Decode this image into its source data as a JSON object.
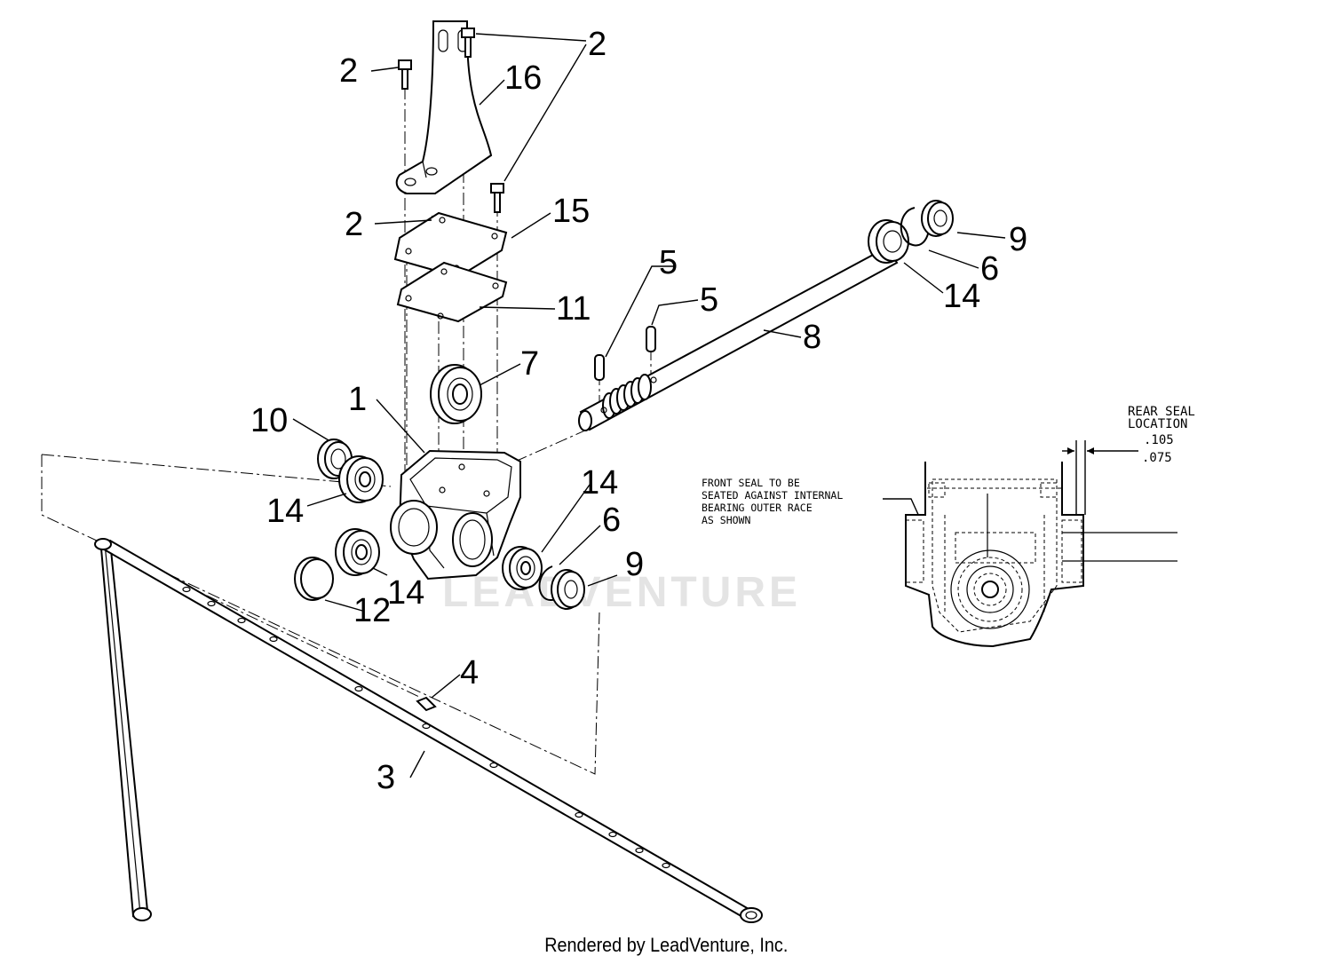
{
  "diagram": {
    "callouts": {
      "c1": "1",
      "c2a": "2",
      "c2b": "2",
      "c2c": "2",
      "c3": "3",
      "c4": "4",
      "c5a": "5",
      "c5b": "5",
      "c6a": "6",
      "c6b": "6",
      "c7": "7",
      "c8": "8",
      "c9a": "9",
      "c9b": "9",
      "c10": "10",
      "c11": "11",
      "c12": "12",
      "c14a": "14",
      "c14b": "14",
      "c14c": "14",
      "c14d": "14",
      "c15": "15",
      "c16": "16"
    },
    "detail": {
      "rear_seal_line1": "REAR SEAL",
      "rear_seal_line2": "LOCATION",
      "dim_max": ".105",
      "dim_min": ".075",
      "note_line1": "FRONT SEAL TO BE",
      "note_line2": "SEATED AGAINST INTERNAL",
      "note_line3": "BEARING OUTER RACE",
      "note_line4": "AS SHOWN"
    },
    "watermark": "LEADVENTURE",
    "footer": "Rendered by LeadVenture, Inc."
  }
}
